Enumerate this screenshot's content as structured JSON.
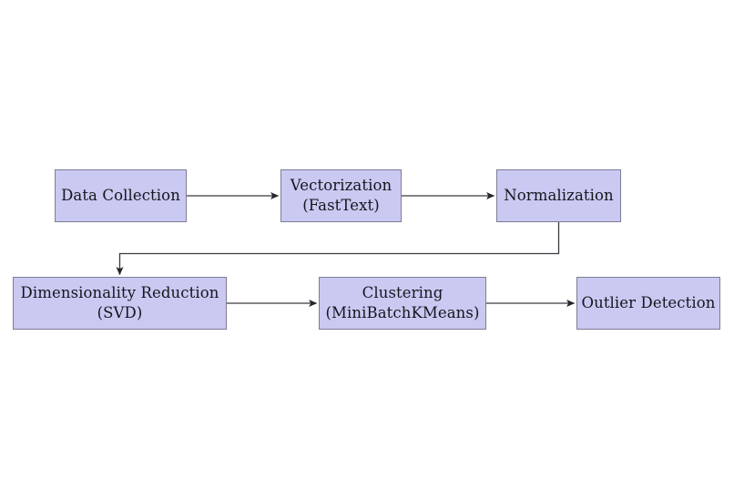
{
  "diagram": {
    "type": "flowchart",
    "title": "",
    "style": {
      "node_fill": "#c9c9f2",
      "node_border": "#7d7d95",
      "edge_color": "#3a3a42",
      "text_color": "#16161d",
      "background": "#ffffff"
    },
    "nodes": [
      {
        "id": "data-collection",
        "label_line1": "Data Collection",
        "label_line2": "",
        "row": 1,
        "order": 1
      },
      {
        "id": "vectorization",
        "label_line1": "Vectorization",
        "label_line2": "(FastText)",
        "row": 1,
        "order": 2
      },
      {
        "id": "normalization",
        "label_line1": "Normalization",
        "label_line2": "",
        "row": 1,
        "order": 3
      },
      {
        "id": "dimensionality-reduction",
        "label_line1": "Dimensionality Reduction",
        "label_line2": "(SVD)",
        "row": 2,
        "order": 1
      },
      {
        "id": "clustering",
        "label_line1": "Clustering",
        "label_line2": "(MiniBatchKMeans)",
        "row": 2,
        "order": 2
      },
      {
        "id": "outlier-detection",
        "label_line1": "Outlier Detection",
        "label_line2": "",
        "row": 2,
        "order": 3
      }
    ],
    "edges": [
      {
        "id": "edge-1",
        "from": "data-collection",
        "to": "vectorization",
        "shape": "straight-right"
      },
      {
        "id": "edge-2",
        "from": "vectorization",
        "to": "normalization",
        "shape": "straight-right"
      },
      {
        "id": "edge-3",
        "from": "normalization",
        "to": "dimensionality-reduction",
        "shape": "down-left-down"
      },
      {
        "id": "edge-4",
        "from": "dimensionality-reduction",
        "to": "clustering",
        "shape": "straight-right"
      },
      {
        "id": "edge-5",
        "from": "clustering",
        "to": "outlier-detection",
        "shape": "straight-right"
      }
    ]
  }
}
